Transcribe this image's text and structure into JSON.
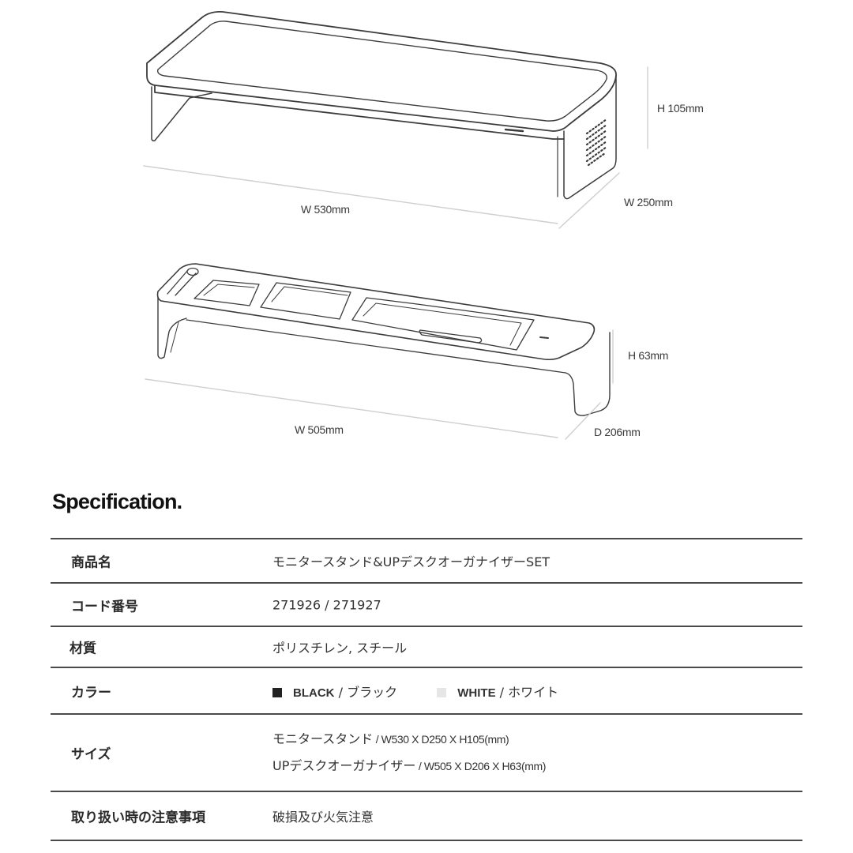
{
  "monitor_stand": {
    "dimensions": {
      "height": "H 105mm",
      "width": "W 530mm",
      "depth": "W 250mm"
    }
  },
  "desk_organizer": {
    "dimensions": {
      "height": "H 63mm",
      "width": "W 505mm",
      "depth": "D 206mm"
    }
  },
  "specification": {
    "title": "Specification.",
    "rows": [
      {
        "key": "商品名",
        "value": "モニタースタンド&UPデスクオーガナイザーSET"
      },
      {
        "key": "コード番号",
        "value": "271926 / 271927"
      },
      {
        "key": "材質",
        "value": "ポリスチレン, スチール"
      },
      {
        "key": "カラー",
        "colors": [
          {
            "name": "BLACK",
            "sep": " / ",
            "jp": "ブラック",
            "swatch": "#222222"
          },
          {
            "name": "WHITE",
            "sep": " / ",
            "jp": "ホワイト",
            "swatch": "#e6e6e6"
          }
        ]
      },
      {
        "key": "サイズ",
        "lines": [
          {
            "label": "モニタースタンド",
            "dims": " / W530 X D250 X H105(mm)"
          },
          {
            "label": "UPデスクオーガナイザー",
            "dims": " / W505 X D206 X H63(mm)"
          }
        ]
      },
      {
        "key": "取り扱い時の注意事項",
        "value": "破損及び火気注意"
      }
    ]
  },
  "colors": {
    "line": "#3c3c3c",
    "dim_line": "#c8c8c8",
    "rule": "#4a4a4a"
  }
}
